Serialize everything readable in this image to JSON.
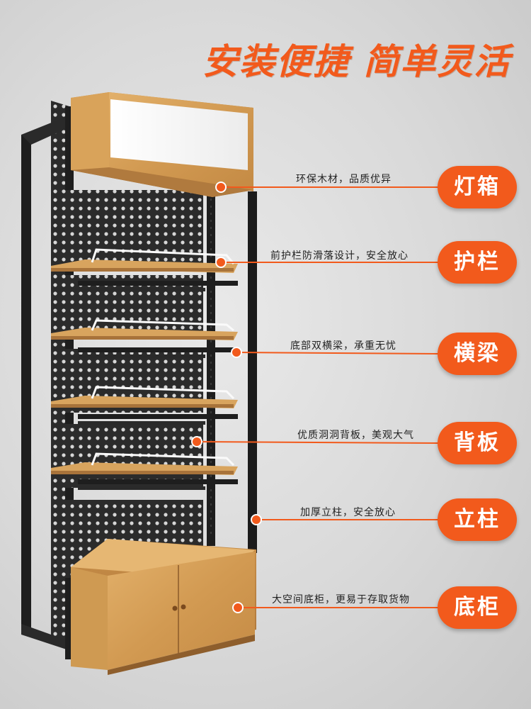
{
  "headline": "安装便捷 简单灵活",
  "accent_color": "#f25a1c",
  "callouts": [
    {
      "note": "环保木材，品质优异",
      "tag": "灯箱"
    },
    {
      "note": "前护栏防滑落设计，安全放心",
      "tag": "护栏"
    },
    {
      "note": "底部双横梁，承重无忧",
      "tag": "横梁"
    },
    {
      "note": "优质洞洞背板，美观大气",
      "tag": "背板"
    },
    {
      "note": "加厚立柱，安全放心",
      "tag": "立柱"
    },
    {
      "note": "大空间底柜，更易于存取货物",
      "tag": "底柜"
    }
  ]
}
